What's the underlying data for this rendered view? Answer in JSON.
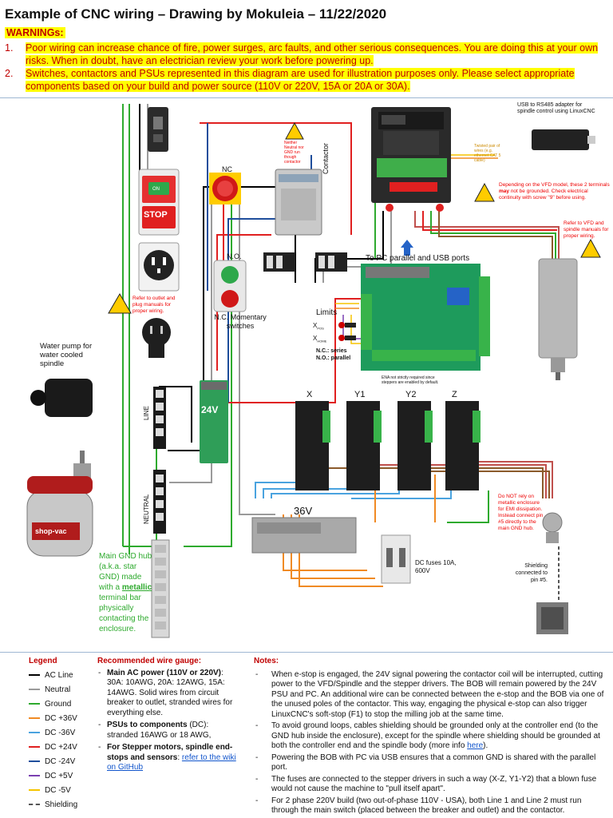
{
  "title": "Example of CNC wiring – Drawing by Mokuleia – 11/22/2020",
  "warnings": {
    "heading": "WARNINGs:",
    "items": [
      {
        "num": "1.",
        "text": "Poor wiring can increase chance of fire, power surges, arc faults, and other serious consequences. You are doing this at your own risks. When in doubt, have an electrician review your work before powering up."
      },
      {
        "num": "2.",
        "text": "Switches, contactors and PSUs represented in this diagram are used for illustration purposes only. Please select appropriate components based on your build and power source (110V or 220V, 15A or 20A or 30A)."
      }
    ]
  },
  "diagram": {
    "usb_adapter": "USB to RS485 adapter for spindle control using LinuxCNC",
    "twisted_pair": "Twisted pair of wires (e.g. ethernet CAT 5 cable)",
    "vfd_note_a": "Depending on the VFD model, these 2 terminals ",
    "vfd_note_may": "may",
    "vfd_note_b": " not be grounded. Check electrical continuity with screw \"9\" before using.",
    "vfd_manuals": "Refer to VFD and spindle manuals for proper wiring.",
    "nc": "NC",
    "no": "N.O.",
    "nc_momentary": "N.C. Momentary switches",
    "contactor": "Contactor",
    "neither_neutral": "Neither Neutral nor GND run though contactor",
    "pc_ports": "To PC parallel and USB ports",
    "limits": "Limits",
    "x_pos": "X",
    "x_pos_sub": "POS",
    "x_home": "X",
    "x_home_sub": "HOME",
    "nc_series": "N.C.: series",
    "no_parallel": "N.O.: parallel",
    "ena_note": "ENA not strictly required since steppers are enabled by default.",
    "outlet_note": "Refer to outlet and plug manuals for proper wiring.",
    "water_pump": "Water pump for water cooled spindle",
    "line": "LINE",
    "neutral": "NEUTRAL",
    "psu24": "24V",
    "psu36": "36V",
    "drivers": [
      "X",
      "Y1",
      "Y2",
      "Z"
    ],
    "dc_fuses": "DC fuses 10A, 600V",
    "do_not_rely": "Do NOT rely on metallic enclosure for EMI dissipation. Instead connect pin #5 directly to the main GND hub.",
    "shielding_pin": "Shielding connected to pin #5.",
    "gnd_hub_a": "Main GND hub (a.k.a. star GND) made with a ",
    "gnd_hub_metallic": "metallic",
    "gnd_hub_b": " terminal bar physically contacting the enclosure.",
    "stop": "STOP",
    "on": "ON",
    "shopvac": "shop-vac"
  },
  "legend": {
    "heading": "Legend",
    "items": [
      {
        "label": "AC Line",
        "color": "#000000",
        "style": "solid"
      },
      {
        "label": "Neutral",
        "color": "#9a9a9a",
        "style": "solid"
      },
      {
        "label": "Ground",
        "color": "#2eaa2e",
        "style": "solid"
      },
      {
        "label": "DC +36V",
        "color": "#f08a24",
        "style": "solid"
      },
      {
        "label": "DC -36V",
        "color": "#4aa3df",
        "style": "solid"
      },
      {
        "label": "DC +24V",
        "color": "#e02020",
        "style": "solid"
      },
      {
        "label": "DC -24V",
        "color": "#1f4e9c",
        "style": "solid"
      },
      {
        "label": "DC +5V",
        "color": "#7a3fb0",
        "style": "solid"
      },
      {
        "label": "DC -5V",
        "color": "#f5c400",
        "style": "solid"
      },
      {
        "label": "Shielding",
        "color": "#555555",
        "style": "dashed"
      }
    ]
  },
  "wire_gauge": {
    "heading": "Recommended wire gauge:",
    "items": [
      {
        "bold": "Main AC power (110V or 220V)",
        "text": ": 30A: 10AWG, 20A: 12AWG, 15A: 14AWG. Solid wires from circuit breaker to outlet, stranded wires for everything else."
      },
      {
        "bold": "PSUs to components",
        "text": " (DC): stranded 16AWG or 18 AWG,"
      },
      {
        "bold": "For Stepper motors, spindle end-stops and sensors",
        "text": ": ",
        "link": "refer to the wiki on GitHub"
      }
    ]
  },
  "notes": {
    "heading": "Notes:",
    "items": [
      {
        "text": "When e-stop is engaged, the 24V signal powering the contactor coil will be interrupted, cutting power to the VFD/Spindle and the stepper drivers. The BOB will remain powered by the 24V PSU and PC. An additional wire can be connected between the e-stop and the BOB via one of the unused poles of the contactor. This way, engaging the physical e-stop can also trigger LinuxCNC's soft-stop (F1) to stop the milling job at the same time."
      },
      {
        "text": "To avoid ground loops, cables shielding should be grounded only at the controller end (to the GND hub inside the enclosure), except for the spindle where shielding should be grounded at both the controller end and the spindle body (more info ",
        "link": "here",
        "after": ")."
      },
      {
        "text": "Powering the BOB with PC via USB ensures that a common GND is shared with the parallel port."
      },
      {
        "text": "The fuses are connected to the stepper drivers in such a way (X-Z, Y1-Y2) that a blown fuse would not cause the machine to \"pull itself apart\"."
      },
      {
        "text": "For 2 phase 220V build (two out-of-phase 110V - USA), both Line 1 and Line 2 must run through the main switch (placed between the breaker and outlet) and the contactor."
      }
    ]
  }
}
